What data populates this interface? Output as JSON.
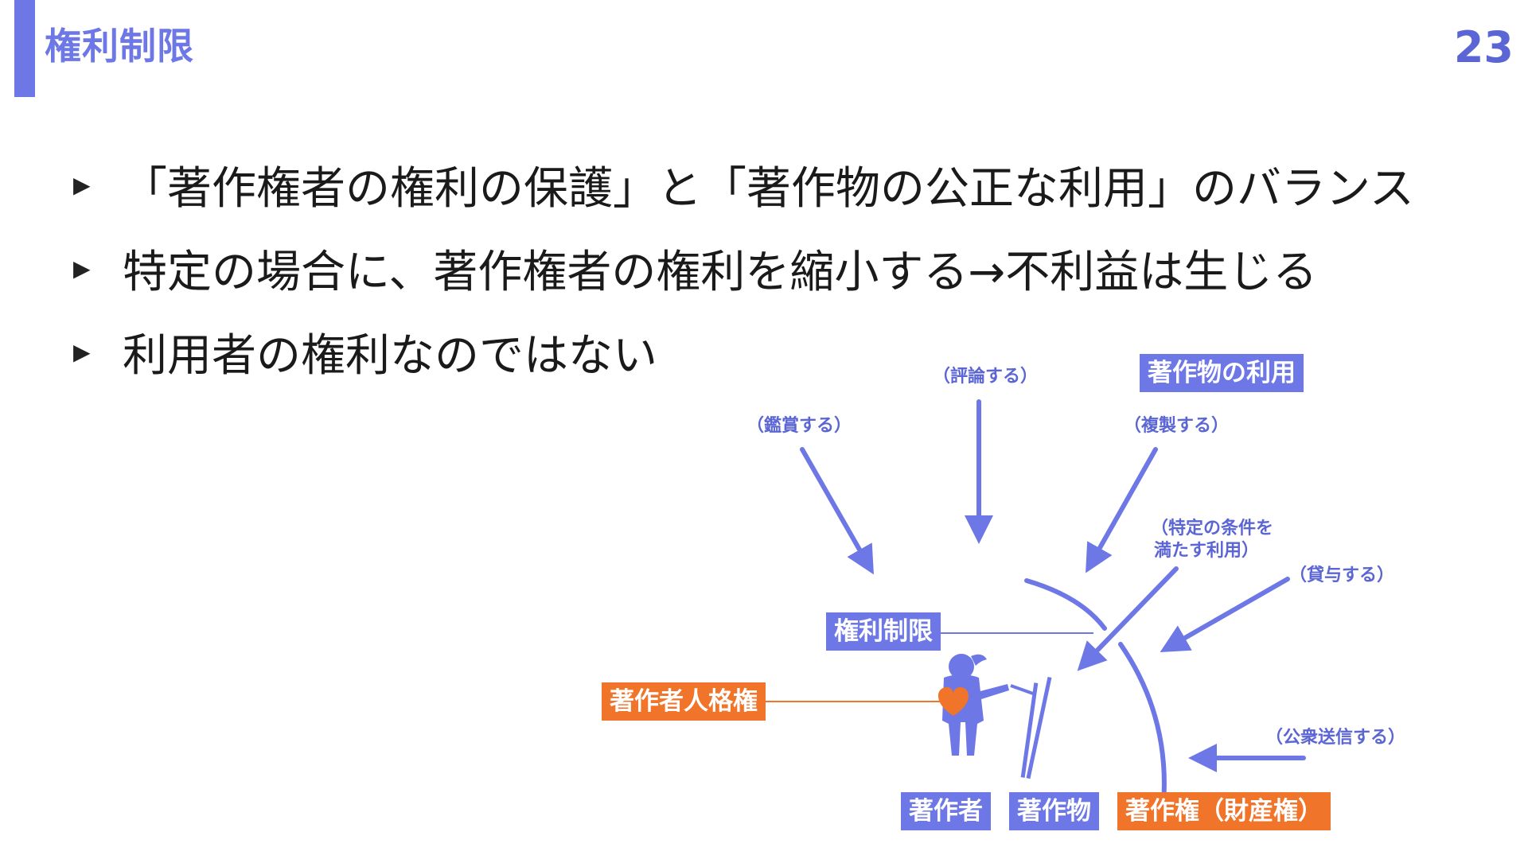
{
  "header": {
    "title": "権利制限",
    "page_number": "23"
  },
  "bullets": [
    "「著作権者の権利の保護」と「著作物の公正な利用」のバランス",
    "特定の場合に、著作権者の権利を縮小する→不利益は生じる",
    "利用者の権利なのではない"
  ],
  "diagram": {
    "heading": "著作物の利用",
    "actions": {
      "review": "（評論する）",
      "appreciate": "（鑑賞する）",
      "copy": "（複製する）",
      "conditional_line1": "（特定の条件を",
      "conditional_line2": "満たす利用）",
      "lend": "（貸与する）",
      "transmit": "（公衆送信する）"
    },
    "labels": {
      "restriction": "権利制限",
      "moral_rights": "著作者人格権",
      "author": "著作者",
      "work": "著作物",
      "property_rights": "著作権（財産権）"
    },
    "colors": {
      "accent": "#6d78e6",
      "orange": "#f0742a",
      "heart": "#f0742a"
    }
  }
}
